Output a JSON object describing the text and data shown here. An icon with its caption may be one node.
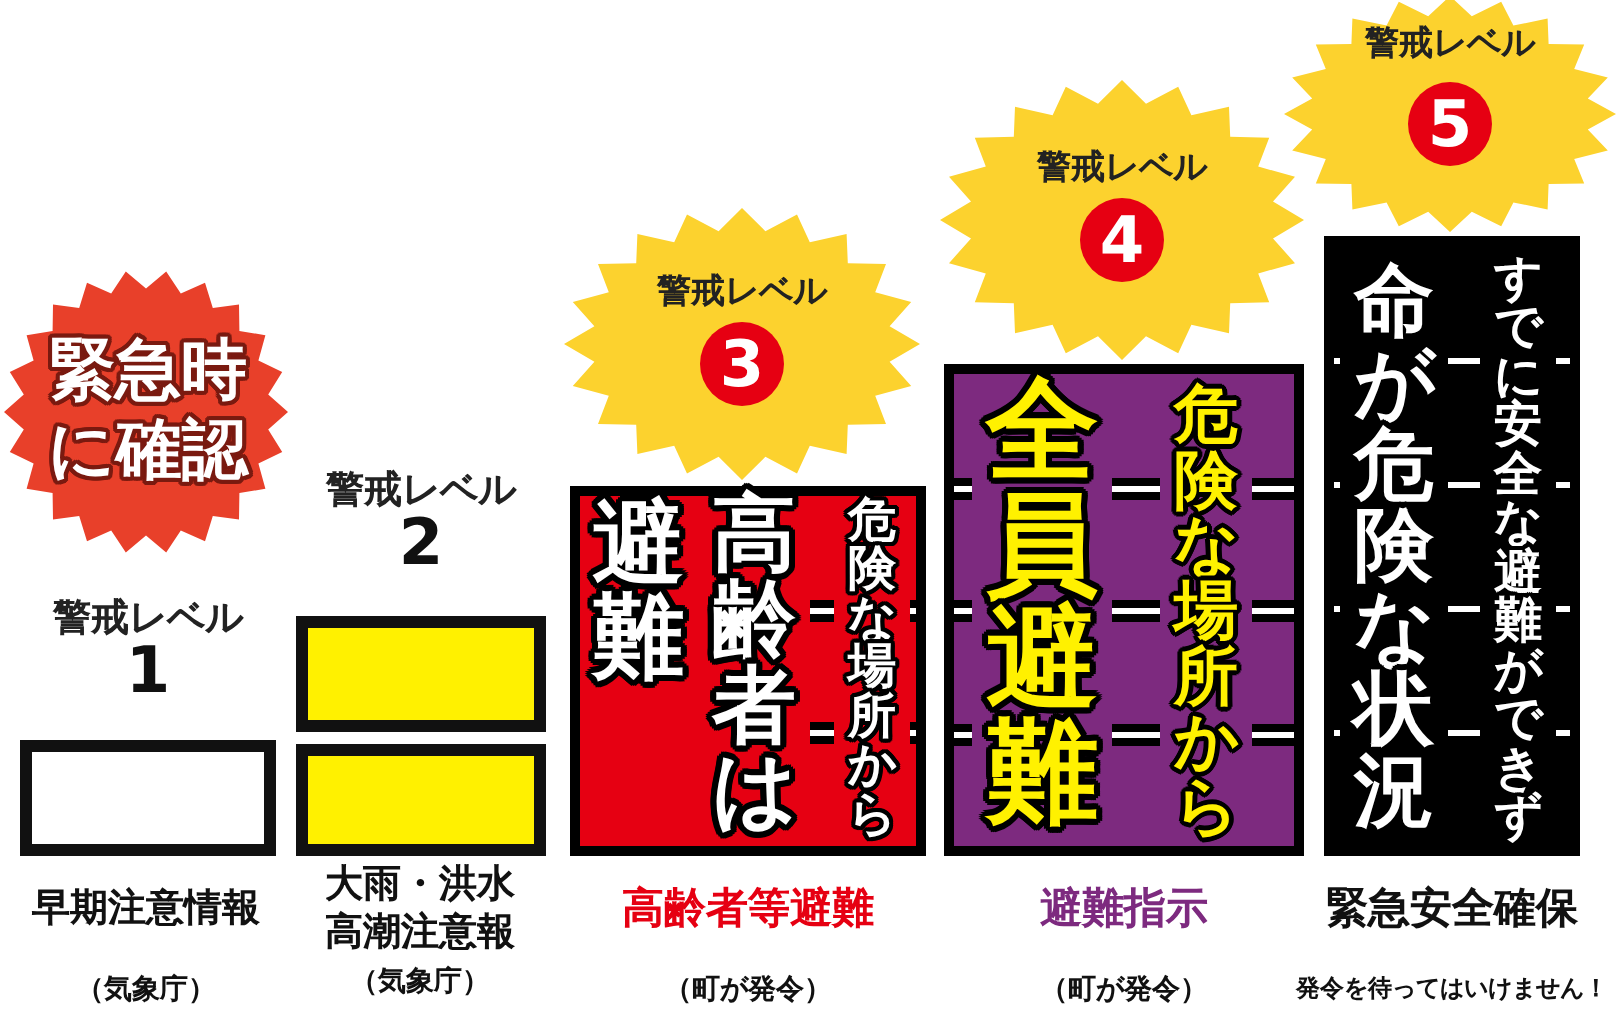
{
  "diagram": {
    "nodes": [
      {
        "text": [
          "緊急時に確認"
        ]
      },
      {
        "text": [
          "警戒レベル",
          "1"
        ],
        "beside": [
          "早期注意情報",
          "（気象庁）"
        ]
      },
      {
        "text": [
          "警戒レベル",
          "2"
        ],
        "beside": [
          "大雨・洪水高潮注意報",
          "（気象庁）"
        ]
      },
      {
        "text": [
          "警戒レベル",
          "3"
        ]
      },
      {
        "text": [
          "避難",
          "高齢者は",
          "危険な場所から"
        ],
        "beside": [
          "高齢者等避難",
          "（町が発令）"
        ]
      },
      {
        "text": [
          "警戒レベル",
          "4"
        ]
      },
      {
        "text": [
          "全員避難",
          "危険な場所から"
        ],
        "beside": [
          "避難指示",
          "（町が発令）"
        ]
      },
      {
        "text": [
          "警戒レベル",
          "5"
        ]
      },
      {
        "text": [
          "命が危険な状況",
          "すでに安全な避難ができず"
        ],
        "beside": [
          "緊急安全確保",
          "発令を待ってはいけません！"
        ]
      }
    ]
  }
}
